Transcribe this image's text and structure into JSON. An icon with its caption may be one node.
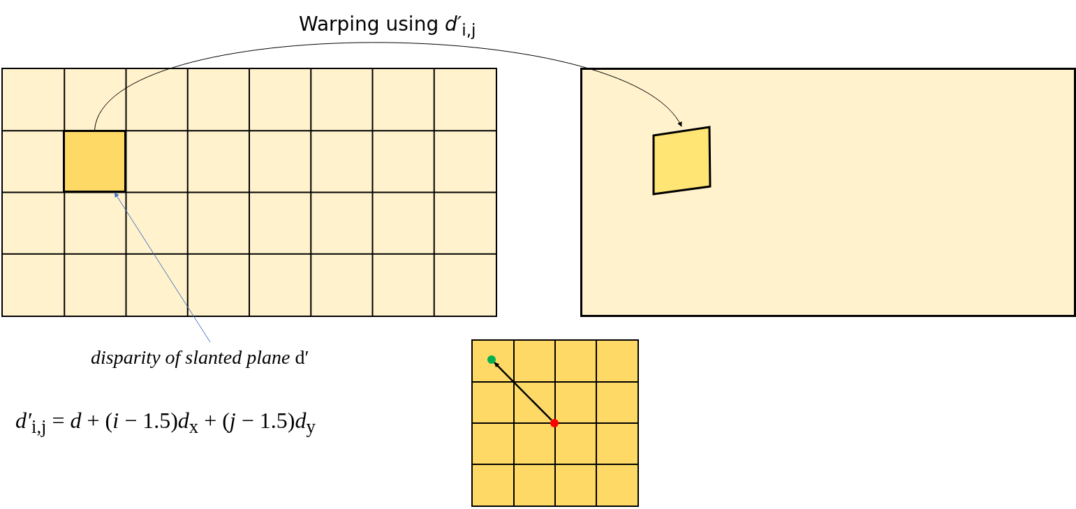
{
  "diagram": {
    "nodes": [
      {
        "text": [],
        "shape": "box"
      },
      {
        "text": [],
        "shape": "box",
        "in": 0
      },
      {
        "text": [],
        "shape": "box"
      },
      {
        "text": [],
        "shape": "box",
        "in": 2
      },
      {
        "text": [
          "*disparity of slanted plane* d′"
        ]
      },
      {
        "text": [],
        "shape": "box"
      },
      {
        "text": [],
        "shape": "circle",
        "in": 5
      },
      {
        "text": [],
        "shape": "circle",
        "in": 5
      }
    ],
    "edges": [
      {
        "from": 1,
        "to": 3,
        "arrow": "to",
        "label": "Warping using *d′*$_{i,j}$"
      },
      {
        "from": 4,
        "to": 1,
        "arrow": "to",
        "color": "#4472c4"
      },
      {
        "from": 6,
        "to": 7,
        "arrow": "to"
      }
    ],
    "labels": [
      "*d′*$_{i,j}$ = *d* + (*i* − 1.5)*d*$_{x}$ + (*j* − 1.5)*d*$_{y}$"
    ]
  }
}
